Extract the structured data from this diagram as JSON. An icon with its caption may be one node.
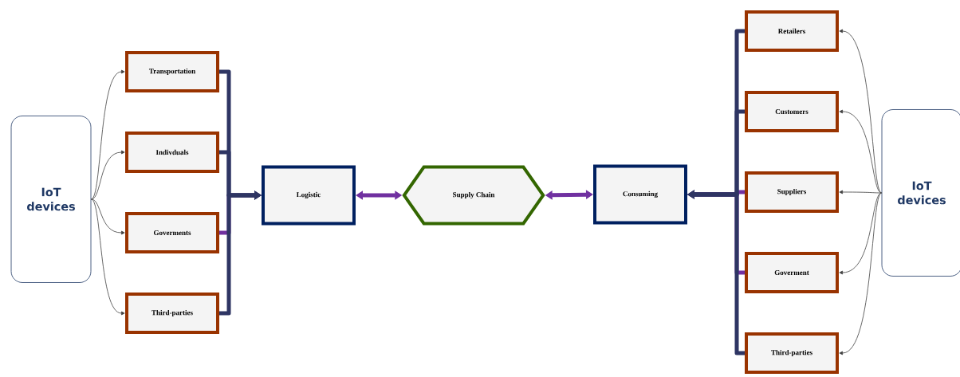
{
  "diagram": {
    "nodes": [
      {
        "text": [
          "IoT devices"
        ]
      },
      {
        "text": [
          "Transportation"
        ]
      },
      {
        "text": [
          "Indivduals"
        ]
      },
      {
        "text": [
          "Goverments"
        ]
      },
      {
        "text": [
          "Third-parties"
        ]
      },
      {
        "text": [
          "Logistic"
        ]
      },
      {
        "text": [
          "Supply Chain"
        ]
      },
      {
        "text": [
          "Consuming"
        ]
      },
      {
        "text": [
          "Retailers"
        ]
      },
      {
        "text": [
          "Customers"
        ]
      },
      {
        "text": [
          "Suppliers"
        ]
      },
      {
        "text": [
          "Goverment"
        ]
      },
      {
        "text": [
          "Third-parties"
        ]
      },
      {
        "text": [
          "IoT devices"
        ]
      }
    ],
    "edges": [
      {
        "from": 0,
        "to": 1,
        "arrow": "to",
        "color": "#404040"
      },
      {
        "from": 0,
        "to": 2,
        "arrow": "to",
        "color": "#404040"
      },
      {
        "from": 0,
        "to": 3,
        "arrow": "to",
        "color": "#404040"
      },
      {
        "from": 0,
        "to": 4,
        "arrow": "to",
        "color": "#404040"
      },
      {
        "from": 1,
        "to": 5,
        "arrow": "to",
        "color": "#2e3563"
      },
      {
        "from": 2,
        "to": 5,
        "arrow": "to",
        "color": "#2e3563"
      },
      {
        "from": 3,
        "to": 5,
        "arrow": "to",
        "color": "#7030a0"
      },
      {
        "from": 4,
        "to": 5,
        "arrow": "to",
        "color": "#2e3563"
      },
      {
        "from": 5,
        "to": 6,
        "arrow": "both",
        "color": "#7030a0"
      },
      {
        "from": 6,
        "to": 7,
        "arrow": "both",
        "color": "#7030a0"
      },
      {
        "from": 8,
        "to": 7,
        "arrow": "to",
        "color": "#2e3563"
      },
      {
        "from": 9,
        "to": 7,
        "arrow": "to",
        "color": "#2e3563"
      },
      {
        "from": 10,
        "to": 7,
        "arrow": "to",
        "color": "#7030a0"
      },
      {
        "from": 11,
        "to": 7,
        "arrow": "to",
        "color": "#7030a0"
      },
      {
        "from": 12,
        "to": 7,
        "arrow": "to",
        "color": "#2e3563"
      },
      {
        "from": 13,
        "to": 8,
        "arrow": "to",
        "color": "#404040"
      },
      {
        "from": 13,
        "to": 9,
        "arrow": "to",
        "color": "#404040"
      },
      {
        "from": 13,
        "to": 10,
        "arrow": "to",
        "color": "#404040"
      },
      {
        "from": 13,
        "to": 11,
        "arrow": "to",
        "color": "#404040"
      },
      {
        "from": 13,
        "to": 12,
        "arrow": "to",
        "color": "#404040"
      }
    ]
  }
}
